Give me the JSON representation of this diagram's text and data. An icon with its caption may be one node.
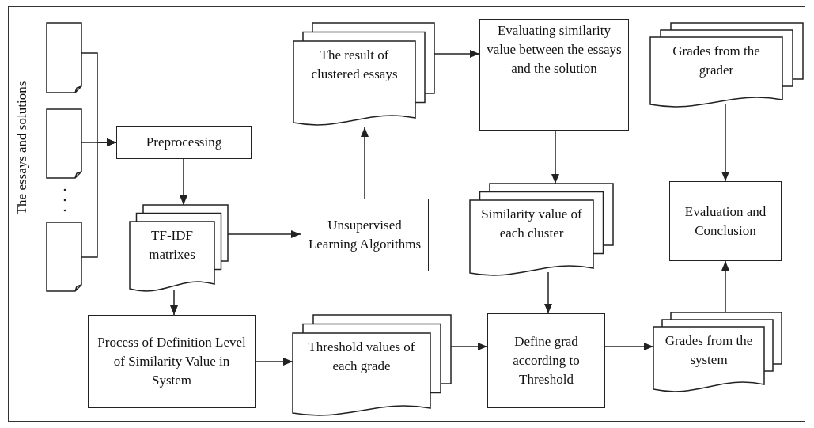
{
  "diagram": {
    "nodes": [
      {
        "text": [],
        "shape": "document"
      },
      {
        "text": [],
        "shape": "document"
      },
      {
        "text": [],
        "shape": "document"
      },
      {
        "text": [
          "Preprocessing"
        ]
      },
      {
        "text": [
          "TF-IDF matrixes"
        ]
      },
      {
        "text": [
          "Unsupervised Learning Algorithms"
        ]
      },
      {
        "text": [
          "The result of clustered essays"
        ]
      },
      {
        "text": [
          "Evaluating similarity value between the essays and the solution"
        ]
      },
      {
        "text": [
          "Similarity value of each cluster"
        ]
      },
      {
        "text": [
          "Process of Definition Level of Similarity Value in System"
        ]
      },
      {
        "text": [
          "Threshold values of each grade"
        ]
      },
      {
        "text": [
          "Define grad according to Threshold"
        ]
      },
      {
        "text": [
          "Grades from the system"
        ]
      },
      {
        "text": [
          "Grades from the grader"
        ]
      },
      {
        "text": [
          "Evaluation and Conclusion"
        ]
      }
    ],
    "edges": [
      {
        "from": 0,
        "to": 3,
        "arrow": "to"
      },
      {
        "from": 1,
        "to": 3,
        "arrow": "to"
      },
      {
        "from": 2,
        "to": 3,
        "arrow": "to"
      },
      {
        "from": 3,
        "to": 4,
        "arrow": "to"
      },
      {
        "from": 4,
        "to": 5,
        "arrow": "to"
      },
      {
        "from": 5,
        "to": 6,
        "arrow": "to"
      },
      {
        "from": 6,
        "to": 7,
        "arrow": "to"
      },
      {
        "from": 7,
        "to": 8,
        "arrow": "to"
      },
      {
        "from": 8,
        "to": 11,
        "arrow": "to"
      },
      {
        "from": 4,
        "to": 9,
        "arrow": "to"
      },
      {
        "from": 9,
        "to": 10,
        "arrow": "to"
      },
      {
        "from": 10,
        "to": 11,
        "arrow": "to"
      },
      {
        "from": 11,
        "to": 12,
        "arrow": "to"
      },
      {
        "from": 12,
        "to": 14,
        "arrow": "to"
      },
      {
        "from": 13,
        "to": 14,
        "arrow": "to"
      }
    ],
    "labels": [
      "The essays and solutions"
    ]
  }
}
